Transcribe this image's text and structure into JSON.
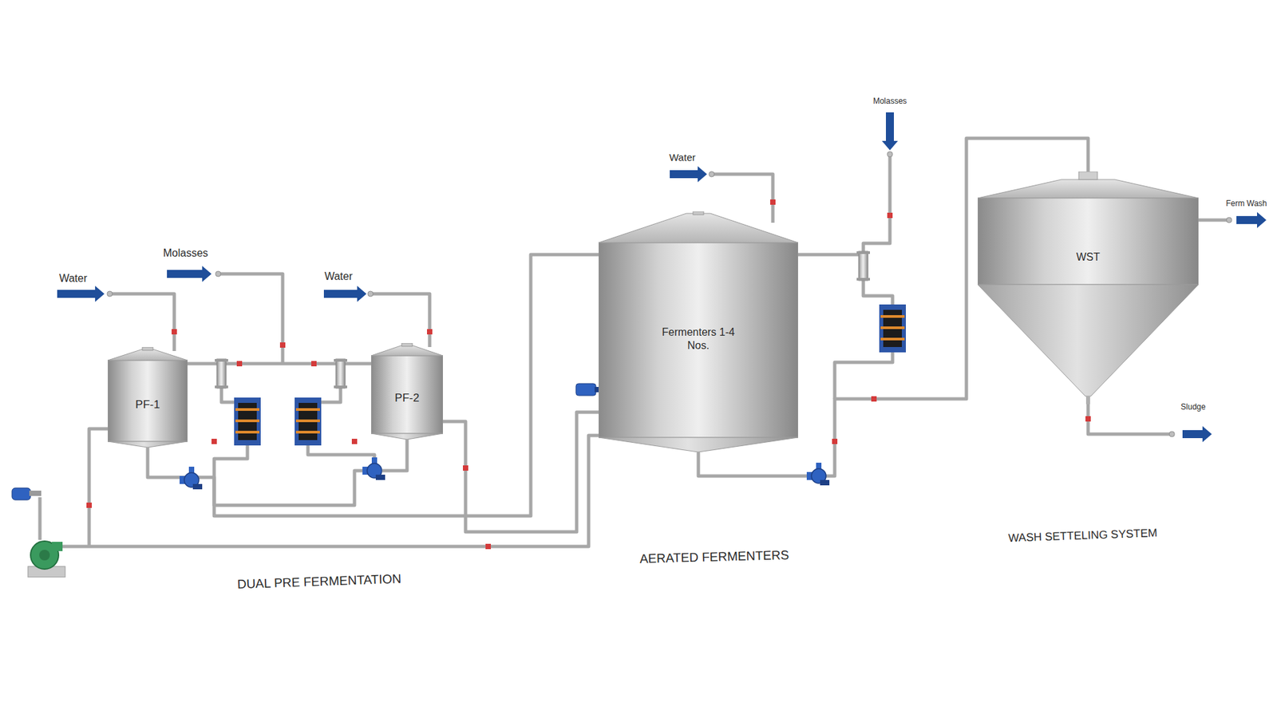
{
  "diagram": {
    "nodes": [
      {
        "text": [
          "PF-1"
        ]
      },
      {
        "text": [
          "PF-2"
        ]
      },
      {
        "text": [
          "Fermenters 1-4 Nos."
        ]
      },
      {
        "text": [
          "WST"
        ]
      }
    ],
    "edges": [
      {
        "from": 0,
        "to": 1,
        "arrow": "none"
      },
      {
        "from": 1,
        "to": 2,
        "arrow": "none"
      },
      {
        "from": 0,
        "to": 2,
        "arrow": "none"
      },
      {
        "from": 2,
        "to": 3,
        "arrow": "none"
      }
    ],
    "labels": [
      "Water",
      "Molasses",
      "Water",
      "Water",
      "Molasses",
      "Ferm Wash",
      "Sludge",
      "DUAL PRE FERMENTATION",
      "AERATED FERMENTERS",
      "WASH SETTELING SYSTEM"
    ]
  }
}
